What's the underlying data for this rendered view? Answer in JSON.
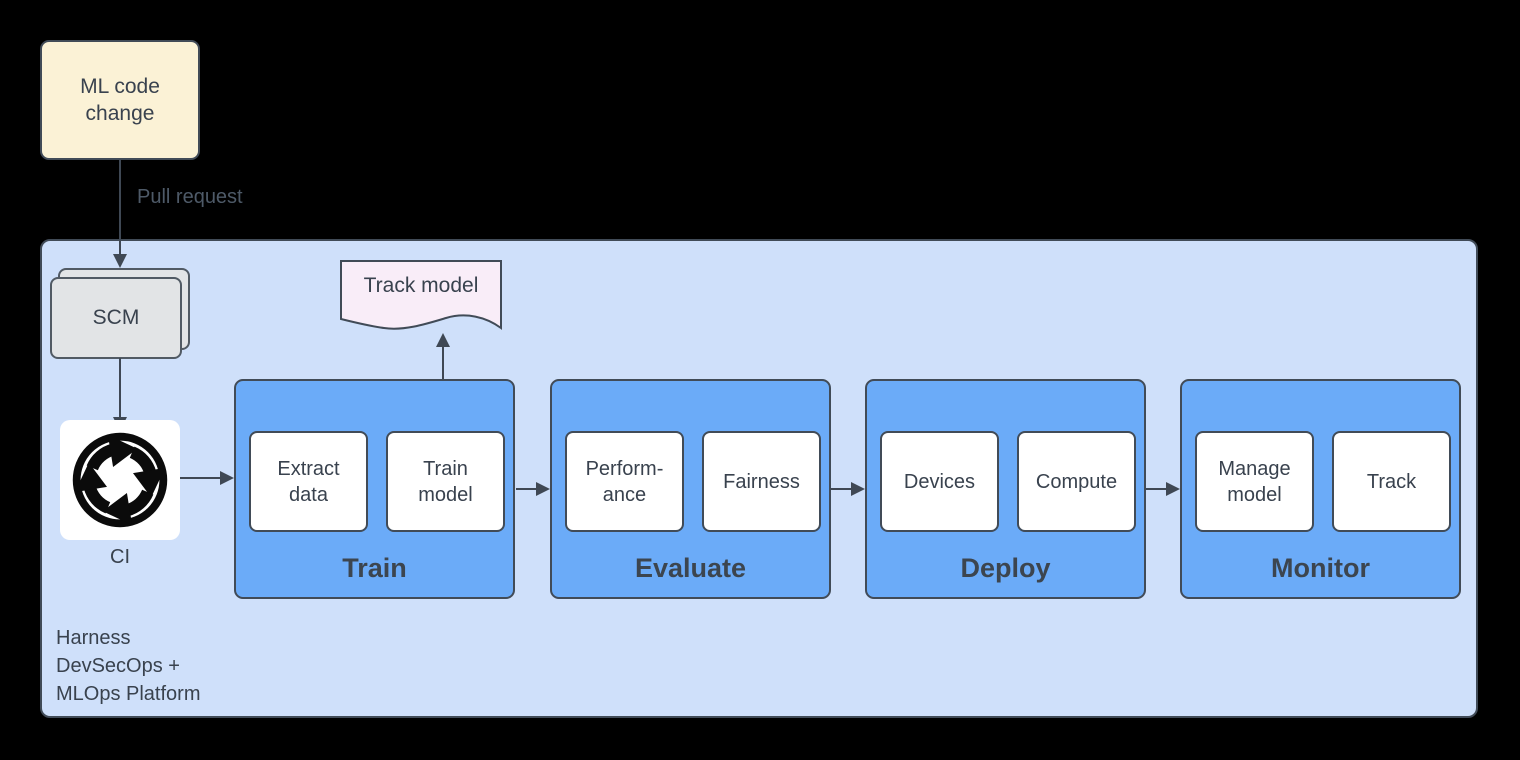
{
  "palette": {
    "page_bg": "#000000",
    "platform_bg": "#cfe0fa",
    "stage_bg": "#6babf8",
    "note_bg": "#fbf2d6",
    "scm_bg": "#e2e4e6",
    "doc_bg": "#f9edf8",
    "arrow": "#3f4854",
    "text": "#39424e"
  },
  "icons": {
    "ci_icon": "circular-cycle-arrows"
  },
  "flow": {
    "ml_code_change": "ML code\nchange",
    "pull_request": "Pull request",
    "scm": "SCM",
    "ci": "CI",
    "track_model": "Track model",
    "platform": "Harness\nDevSecOps +\nMLOps Platform"
  },
  "stages": [
    {
      "title": "Train",
      "items": [
        "Extract\ndata",
        "Train\nmodel"
      ]
    },
    {
      "title": "Evaluate",
      "items": [
        "Perform-\nance",
        "Fairness"
      ]
    },
    {
      "title": "Deploy",
      "items": [
        "Devices",
        "Compute"
      ]
    },
    {
      "title": "Monitor",
      "items": [
        "Manage\nmodel",
        "Track"
      ]
    }
  ]
}
